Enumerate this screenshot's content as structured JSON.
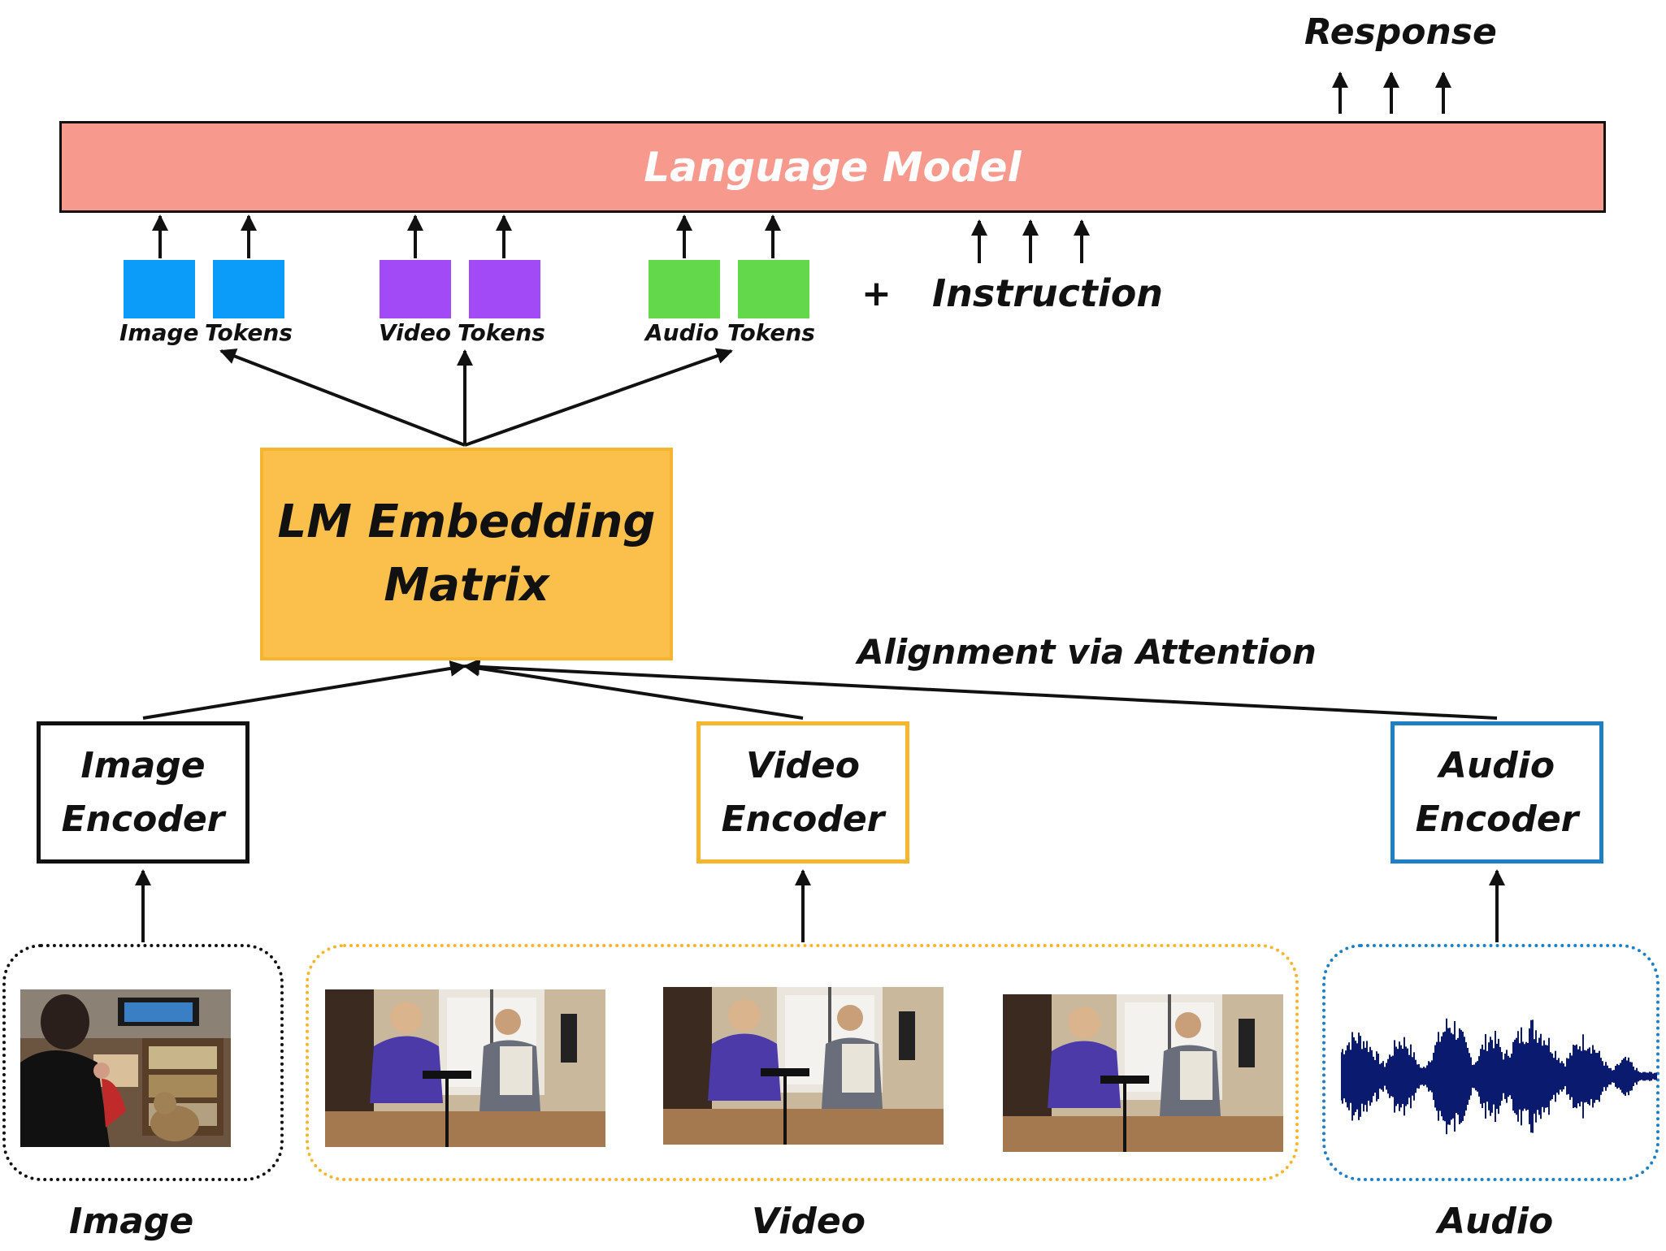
{
  "language_model": {
    "label": "Language Model",
    "fill": "#f8998d"
  },
  "response_label": "Response",
  "instruction_label": "Instruction",
  "plus_sign": "+",
  "token_groups": [
    {
      "label_left": "Image",
      "label_right": "Tokens",
      "color": "#0a9cf8"
    },
    {
      "label_left": "Video",
      "label_right": "Tokens",
      "color": "#a24af5"
    },
    {
      "label_left": "Audio",
      "label_right": "Tokens",
      "color": "#62d84a"
    }
  ],
  "embedding": {
    "line1": "LM Embedding",
    "line2": "Matrix",
    "fill": "#fbbf4c"
  },
  "alignment_label": "Alignment via Attention",
  "encoders": [
    {
      "line1": "Image",
      "line2": "Encoder",
      "border": "#111111"
    },
    {
      "line1": "Video",
      "line2": "Encoder",
      "border": "#f5b52e"
    },
    {
      "line1": "Audio",
      "line2": "Encoder",
      "border": "#1f7fc4"
    }
  ],
  "inputs": [
    {
      "label": "Image",
      "frame_color": "#111111"
    },
    {
      "label": "Video",
      "frame_color": "#f5b52e"
    },
    {
      "label": "Audio",
      "frame_color": "#1f7fc4"
    }
  ],
  "waveform_color": "#0a1a6e"
}
